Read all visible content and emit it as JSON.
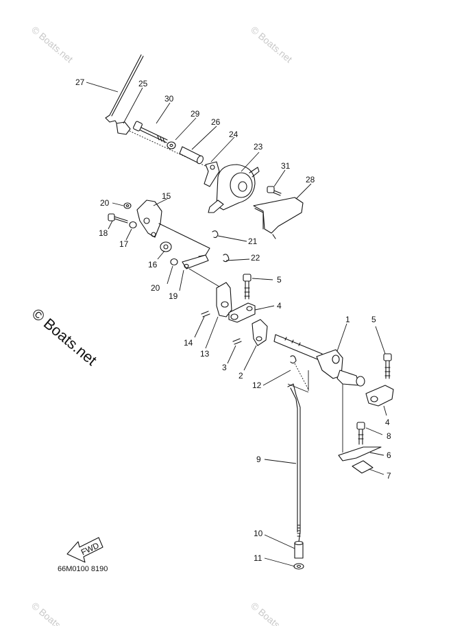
{
  "watermarks": {
    "top_left": "© Boats.net",
    "top_right": "© Boats.net",
    "side": "© Boats.net",
    "bottom_left": "© Boats.net",
    "bottom_right": "© Boats.net"
  },
  "drawing_code": "66M0100 8190",
  "fwd_label": "FWD",
  "callouts": [
    "1",
    "2",
    "3",
    "4",
    "4",
    "5",
    "5",
    "6",
    "7",
    "8",
    "9",
    "10",
    "11",
    "12",
    "13",
    "14",
    "15",
    "16",
    "17",
    "18",
    "19",
    "20",
    "20",
    "21",
    "22",
    "23",
    "24",
    "25",
    "26",
    "27",
    "28",
    "29",
    "30",
    "31"
  ]
}
